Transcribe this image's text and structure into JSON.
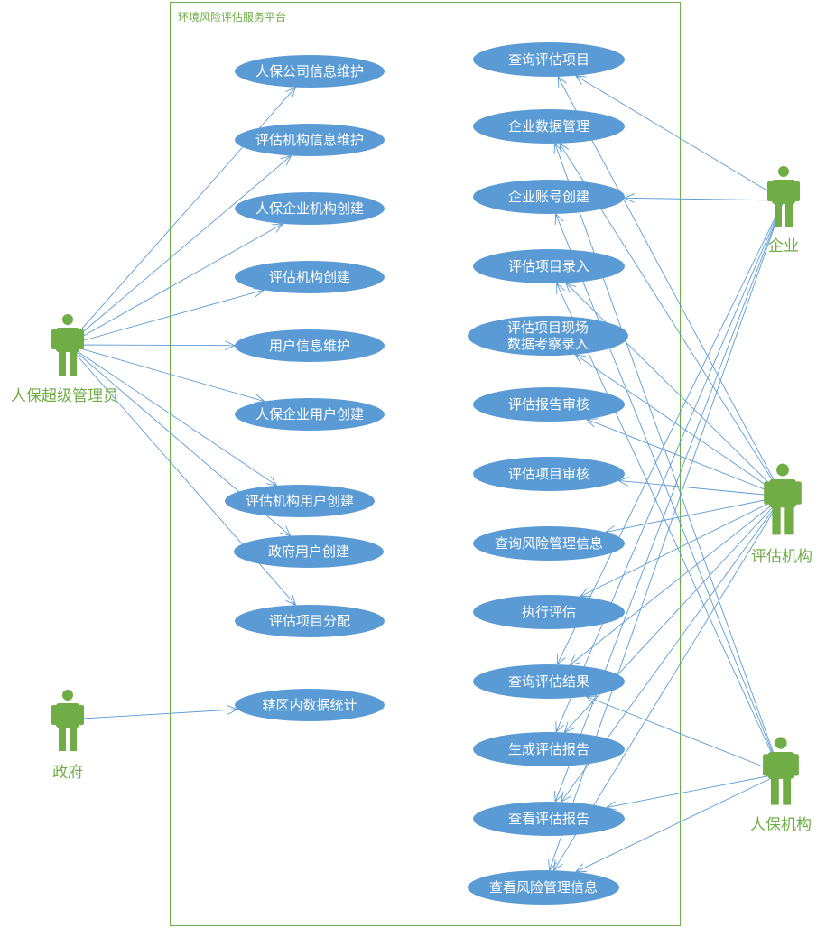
{
  "system": {
    "title": "环境风险评估服务平台"
  },
  "actors": {
    "admin": "人保超级管理员",
    "gov": "政府",
    "enterprise": "企业",
    "agency": "评估机构",
    "insurer": "人保机构"
  },
  "usecases": {
    "picc_company_info": "人保公司信息维护",
    "agency_info": "评估机构信息维护",
    "picc_org_create": "人保企业机构创建",
    "agency_create": "评估机构创建",
    "user_info": "用户信息维护",
    "picc_user_create": "人保企业用户创建",
    "agency_user_create": "评估机构用户创建",
    "gov_user_create": "政府用户创建",
    "project_assign": "评估项目分配",
    "region_stats": "辖区内数据统计",
    "query_project": "查询评估项目",
    "enterprise_data": "企业数据管理",
    "enterprise_account": "企业账号创建",
    "project_entry": "评估项目录入",
    "site_survey": "评估项目现场\n数据考察录入",
    "report_review": "评估报告审核",
    "project_review": "评估项目审核",
    "query_risk": "查询风险管理信息",
    "run_assessment": "执行评估",
    "query_result": "查询评估结果",
    "gen_report": "生成评估报告",
    "view_report": "查看评估报告",
    "view_risk": "查看风险管理信息"
  },
  "colors": {
    "actor": "#70AD47",
    "usecase": "#5B9BD5",
    "line": "#5B9BD5"
  },
  "icons": {
    "actor": "person-icon"
  },
  "associations": [
    [
      "admin",
      "picc_company_info"
    ],
    [
      "admin",
      "agency_info"
    ],
    [
      "admin",
      "picc_org_create"
    ],
    [
      "admin",
      "agency_create"
    ],
    [
      "admin",
      "user_info"
    ],
    [
      "admin",
      "picc_user_create"
    ],
    [
      "admin",
      "agency_user_create"
    ],
    [
      "admin",
      "gov_user_create"
    ],
    [
      "admin",
      "project_assign"
    ],
    [
      "gov",
      "region_stats"
    ],
    [
      "enterprise",
      "query_project"
    ],
    [
      "enterprise",
      "enterprise_account"
    ],
    [
      "enterprise",
      "query_result"
    ],
    [
      "enterprise",
      "gen_report"
    ],
    [
      "enterprise",
      "view_report"
    ],
    [
      "enterprise",
      "view_risk"
    ],
    [
      "agency",
      "enterprise_data"
    ],
    [
      "agency",
      "query_project"
    ],
    [
      "agency",
      "project_entry"
    ],
    [
      "agency",
      "site_survey"
    ],
    [
      "agency",
      "report_review"
    ],
    [
      "agency",
      "project_review"
    ],
    [
      "agency",
      "query_risk"
    ],
    [
      "agency",
      "run_assessment"
    ],
    [
      "agency",
      "query_result"
    ],
    [
      "agency",
      "gen_report"
    ],
    [
      "agency",
      "view_report"
    ],
    [
      "agency",
      "view_risk"
    ],
    [
      "insurer",
      "enterprise_data"
    ],
    [
      "insurer",
      "enterprise_account"
    ],
    [
      "insurer",
      "project_entry"
    ],
    [
      "insurer",
      "query_result"
    ],
    [
      "insurer",
      "view_report"
    ],
    [
      "insurer",
      "view_risk"
    ]
  ]
}
